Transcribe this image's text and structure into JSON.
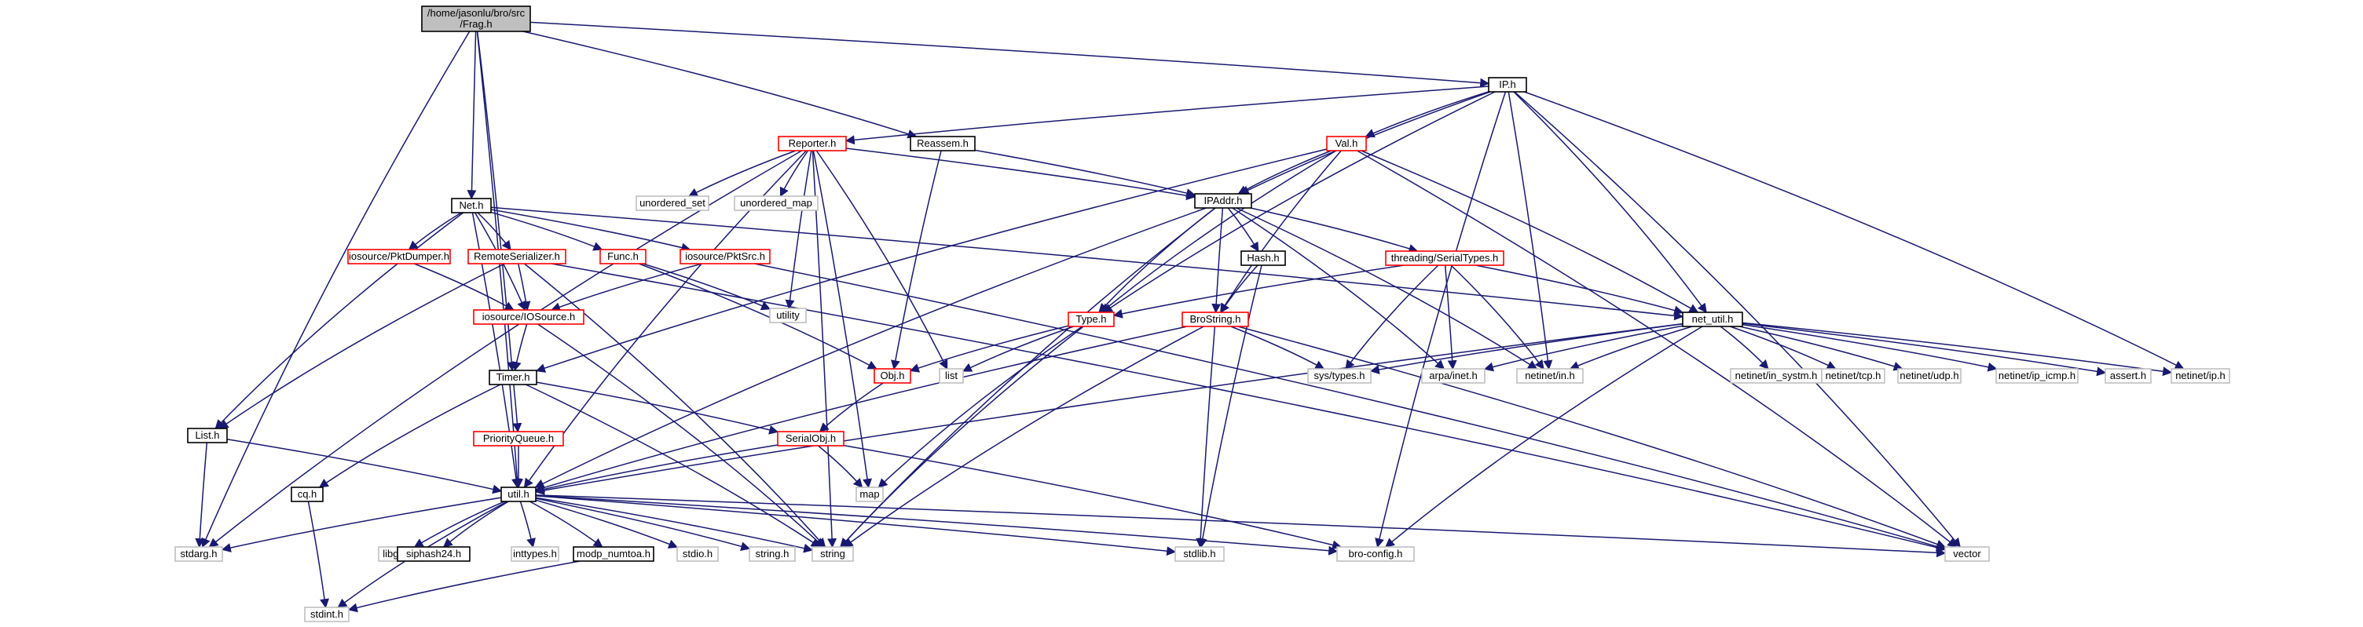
{
  "palette": {
    "root_fill": "#bfbfbf",
    "normal_border": "#000000",
    "truncated_border": "#ff0000",
    "system_border": "#bfbfbf",
    "edge": "#191970"
  },
  "nodes": [
    {
      "id": "frag",
      "lines": [
        "/home/jasonlu/bro/src",
        "/Frag.h"
      ],
      "kind": "root"
    },
    {
      "id": "iph",
      "lines": [
        "IP.h"
      ],
      "kind": "normal"
    },
    {
      "id": "reporter",
      "lines": [
        "Reporter.h"
      ],
      "kind": "truncated"
    },
    {
      "id": "reassem",
      "lines": [
        "Reassem.h"
      ],
      "kind": "normal"
    },
    {
      "id": "val",
      "lines": [
        "Val.h"
      ],
      "kind": "truncated"
    },
    {
      "id": "net",
      "lines": [
        "Net.h"
      ],
      "kind": "normal"
    },
    {
      "id": "uset",
      "lines": [
        "unordered_set"
      ],
      "kind": "system"
    },
    {
      "id": "umap",
      "lines": [
        "unordered_map"
      ],
      "kind": "system"
    },
    {
      "id": "ipaddr",
      "lines": [
        "IPAddr.h"
      ],
      "kind": "normal"
    },
    {
      "id": "pktdumper",
      "lines": [
        "iosource/PktDumper.h"
      ],
      "kind": "truncated"
    },
    {
      "id": "remoteser",
      "lines": [
        "RemoteSerializer.h"
      ],
      "kind": "truncated"
    },
    {
      "id": "func",
      "lines": [
        "Func.h"
      ],
      "kind": "truncated"
    },
    {
      "id": "pktsrc",
      "lines": [
        "iosource/PktSrc.h"
      ],
      "kind": "truncated"
    },
    {
      "id": "hash",
      "lines": [
        "Hash.h"
      ],
      "kind": "normal"
    },
    {
      "id": "serialtypes",
      "lines": [
        "threading/SerialTypes.h"
      ],
      "kind": "truncated"
    },
    {
      "id": "utility",
      "lines": [
        "utility"
      ],
      "kind": "system"
    },
    {
      "id": "iosource",
      "lines": [
        "iosource/IOSource.h"
      ],
      "kind": "truncated"
    },
    {
      "id": "type",
      "lines": [
        "Type.h"
      ],
      "kind": "truncated"
    },
    {
      "id": "brostring",
      "lines": [
        "BroString.h"
      ],
      "kind": "truncated"
    },
    {
      "id": "netutil",
      "lines": [
        "net_util.h"
      ],
      "kind": "normal"
    },
    {
      "id": "timer",
      "lines": [
        "Timer.h"
      ],
      "kind": "normal"
    },
    {
      "id": "obj",
      "lines": [
        "Obj.h"
      ],
      "kind": "truncated"
    },
    {
      "id": "list",
      "lines": [
        "list"
      ],
      "kind": "system"
    },
    {
      "id": "systypes",
      "lines": [
        "sys/types.h"
      ],
      "kind": "system"
    },
    {
      "id": "arpainet",
      "lines": [
        "arpa/inet.h"
      ],
      "kind": "system"
    },
    {
      "id": "netinetin",
      "lines": [
        "netinet/in.h"
      ],
      "kind": "system"
    },
    {
      "id": "insystm",
      "lines": [
        "netinet/in_systm.h"
      ],
      "kind": "system"
    },
    {
      "id": "tcp",
      "lines": [
        "netinet/tcp.h"
      ],
      "kind": "system"
    },
    {
      "id": "udp",
      "lines": [
        "netinet/udp.h"
      ],
      "kind": "system"
    },
    {
      "id": "icmp",
      "lines": [
        "netinet/ip_icmp.h"
      ],
      "kind": "system"
    },
    {
      "id": "assert",
      "lines": [
        "assert.h"
      ],
      "kind": "system"
    },
    {
      "id": "netinetip",
      "lines": [
        "netinet/ip.h"
      ],
      "kind": "system"
    },
    {
      "id": "listh",
      "lines": [
        "List.h"
      ],
      "kind": "normal"
    },
    {
      "id": "pqueue",
      "lines": [
        "PriorityQueue.h"
      ],
      "kind": "truncated"
    },
    {
      "id": "serialobj",
      "lines": [
        "SerialObj.h"
      ],
      "kind": "truncated"
    },
    {
      "id": "cq",
      "lines": [
        "cq.h"
      ],
      "kind": "normal"
    },
    {
      "id": "map",
      "lines": [
        "map"
      ],
      "kind": "system"
    },
    {
      "id": "util",
      "lines": [
        "util.h"
      ],
      "kind": "normal"
    },
    {
      "id": "stdarg",
      "lines": [
        "stdarg.h"
      ],
      "kind": "system"
    },
    {
      "id": "libgen",
      "lines": [
        "libgen.h"
      ],
      "kind": "system"
    },
    {
      "id": "siphash",
      "lines": [
        "siphash24.h"
      ],
      "kind": "normal"
    },
    {
      "id": "inttypes",
      "lines": [
        "inttypes.h"
      ],
      "kind": "system"
    },
    {
      "id": "modp",
      "lines": [
        "modp_numtoa.h"
      ],
      "kind": "normal"
    },
    {
      "id": "stdio",
      "lines": [
        "stdio.h"
      ],
      "kind": "system"
    },
    {
      "id": "stringh",
      "lines": [
        "string.h"
      ],
      "kind": "system"
    },
    {
      "id": "string",
      "lines": [
        "string"
      ],
      "kind": "system"
    },
    {
      "id": "stdlib",
      "lines": [
        "stdlib.h"
      ],
      "kind": "system"
    },
    {
      "id": "broconfig",
      "lines": [
        "bro-config.h"
      ],
      "kind": "system"
    },
    {
      "id": "vector",
      "lines": [
        "vector"
      ],
      "kind": "system"
    },
    {
      "id": "stdint",
      "lines": [
        "stdint.h"
      ],
      "kind": "system"
    }
  ],
  "edges": [
    [
      "frag",
      "iph"
    ],
    [
      "frag",
      "reassem"
    ],
    [
      "frag",
      "net"
    ],
    [
      "frag",
      "timer"
    ],
    [
      "frag",
      "util"
    ],
    [
      "frag",
      "stdarg"
    ],
    [
      "iph",
      "reporter"
    ],
    [
      "iph",
      "val"
    ],
    [
      "iph",
      "ipaddr"
    ],
    [
      "iph",
      "type"
    ],
    [
      "iph",
      "netutil"
    ],
    [
      "iph",
      "netinetin"
    ],
    [
      "iph",
      "netinetip"
    ],
    [
      "iph",
      "broconfig"
    ],
    [
      "iph",
      "vector"
    ],
    [
      "reassem",
      "obj"
    ],
    [
      "reassem",
      "ipaddr"
    ],
    [
      "reporter",
      "uset"
    ],
    [
      "reporter",
      "umap"
    ],
    [
      "reporter",
      "utility"
    ],
    [
      "reporter",
      "list"
    ],
    [
      "reporter",
      "map"
    ],
    [
      "reporter",
      "string"
    ],
    [
      "reporter",
      "ipaddr"
    ],
    [
      "reporter",
      "util"
    ],
    [
      "reporter",
      "stdarg"
    ],
    [
      "val",
      "ipaddr"
    ],
    [
      "val",
      "type"
    ],
    [
      "val",
      "brostring"
    ],
    [
      "val",
      "netutil"
    ],
    [
      "val",
      "vector"
    ],
    [
      "val",
      "timer"
    ],
    [
      "net",
      "pktdumper"
    ],
    [
      "net",
      "remoteser"
    ],
    [
      "net",
      "func"
    ],
    [
      "net",
      "pktsrc"
    ],
    [
      "net",
      "iosource"
    ],
    [
      "net",
      "listh"
    ],
    [
      "net",
      "util"
    ],
    [
      "net",
      "netutil"
    ],
    [
      "ipaddr",
      "hash"
    ],
    [
      "ipaddr",
      "serialtypes"
    ],
    [
      "ipaddr",
      "brostring"
    ],
    [
      "ipaddr",
      "type"
    ],
    [
      "ipaddr",
      "arpainet"
    ],
    [
      "ipaddr",
      "netinetin"
    ],
    [
      "ipaddr",
      "string"
    ],
    [
      "ipaddr",
      "util"
    ],
    [
      "pktdumper",
      "iosource"
    ],
    [
      "remoteser",
      "iosource"
    ],
    [
      "remoteser",
      "listh"
    ],
    [
      "remoteser",
      "vector"
    ],
    [
      "remoteser",
      "string"
    ],
    [
      "func",
      "utility"
    ],
    [
      "func",
      "obj"
    ],
    [
      "pktsrc",
      "iosource"
    ],
    [
      "pktsrc",
      "vector"
    ],
    [
      "hash",
      "brostring"
    ],
    [
      "hash",
      "stdlib"
    ],
    [
      "serialtypes",
      "type"
    ],
    [
      "serialtypes",
      "netutil"
    ],
    [
      "serialtypes",
      "systypes"
    ],
    [
      "serialtypes",
      "arpainet"
    ],
    [
      "serialtypes",
      "netinetin"
    ],
    [
      "iosource",
      "timer"
    ],
    [
      "iosource",
      "string"
    ],
    [
      "type",
      "obj"
    ],
    [
      "type",
      "list"
    ],
    [
      "type",
      "map"
    ],
    [
      "type",
      "string"
    ],
    [
      "brostring",
      "systypes"
    ],
    [
      "brostring",
      "util"
    ],
    [
      "brostring",
      "stdlib"
    ],
    [
      "brostring",
      "string"
    ],
    [
      "brostring",
      "vector"
    ],
    [
      "netutil",
      "systypes"
    ],
    [
      "netutil",
      "arpainet"
    ],
    [
      "netutil",
      "netinetin"
    ],
    [
      "netutil",
      "insystm"
    ],
    [
      "netutil",
      "tcp"
    ],
    [
      "netutil",
      "udp"
    ],
    [
      "netutil",
      "icmp"
    ],
    [
      "netutil",
      "assert"
    ],
    [
      "netutil",
      "netinetip"
    ],
    [
      "netutil",
      "util"
    ],
    [
      "netutil",
      "broconfig"
    ],
    [
      "timer",
      "pqueue"
    ],
    [
      "timer",
      "serialobj"
    ],
    [
      "timer",
      "cq"
    ],
    [
      "timer",
      "string"
    ],
    [
      "obj",
      "serialobj"
    ],
    [
      "listh",
      "stdarg"
    ],
    [
      "listh",
      "util"
    ],
    [
      "pqueue",
      "util"
    ],
    [
      "serialobj",
      "util"
    ],
    [
      "serialobj",
      "map"
    ],
    [
      "serialobj",
      "broconfig"
    ],
    [
      "cq",
      "stdint"
    ],
    [
      "util",
      "stdarg"
    ],
    [
      "util",
      "libgen"
    ],
    [
      "util",
      "siphash"
    ],
    [
      "util",
      "inttypes"
    ],
    [
      "util",
      "modp"
    ],
    [
      "util",
      "stdio"
    ],
    [
      "util",
      "stringh"
    ],
    [
      "util",
      "string"
    ],
    [
      "util",
      "stdlib"
    ],
    [
      "util",
      "broconfig"
    ],
    [
      "util",
      "vector"
    ],
    [
      "util",
      "stdint"
    ],
    [
      "modp",
      "stdint"
    ]
  ]
}
